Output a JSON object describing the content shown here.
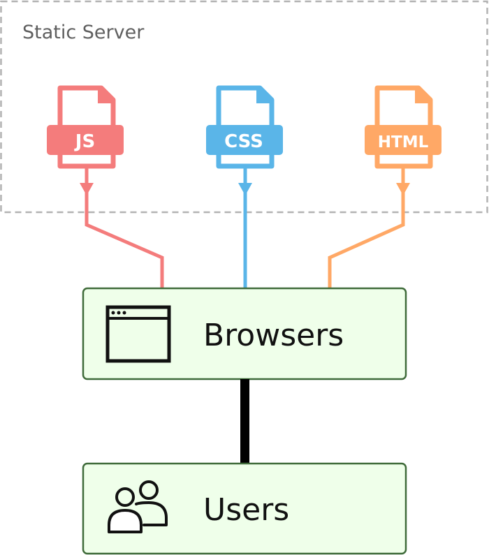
{
  "static_server": {
    "label": "Static Server"
  },
  "files": [
    {
      "label": "JS",
      "color": "#f47c7c",
      "icon": "js-file-icon"
    },
    {
      "label": "CSS",
      "color": "#5ab5e8",
      "icon": "css-file-icon"
    },
    {
      "label": "HTML",
      "color": "#ffa866",
      "icon": "html-file-icon"
    }
  ],
  "browsers": {
    "label": "Browsers",
    "icon": "browser-window-icon",
    "fill": "#efffea",
    "border": "#3f6b3a"
  },
  "users": {
    "label": "Users",
    "icon": "users-icon",
    "fill": "#efffea",
    "border": "#3f6b3a"
  },
  "colors": {
    "server_border": "#b3b3b3",
    "connector": "#000000"
  }
}
